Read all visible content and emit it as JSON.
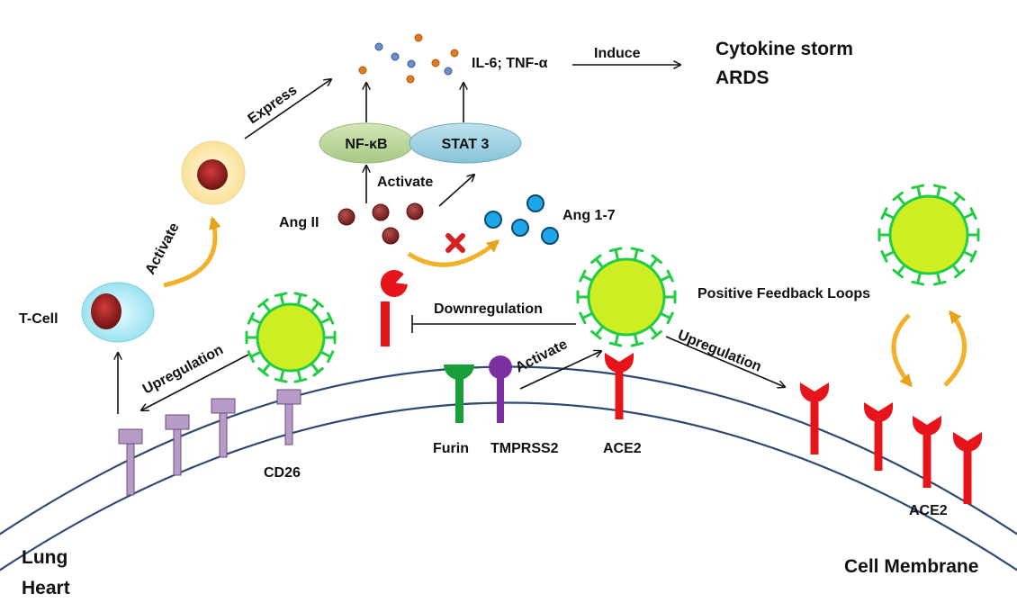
{
  "labels": {
    "express": "Express",
    "nfkb": "NF-κB",
    "stat3": "STAT 3",
    "il6_tnf": "IL-6; TNF-α",
    "induce": "Induce",
    "cytokine_storm": "Cytokine storm",
    "ards": "ARDS",
    "activate_top": "Activate",
    "ang2": "Ang II",
    "ang17": "Ang 1-7",
    "activate_tcell": "Activate",
    "tcell": "T-Cell",
    "upregulation_left": "Upregulation",
    "cd26": "CD26",
    "downregulation": "Downregulation",
    "activate_tmprss2": "Activate",
    "upregulation_right": "Upregulation",
    "positive_feedback": "Positive Feedback Loops",
    "furin": "Furin",
    "tmprss2": "TMPRSS2",
    "ace2_center": "ACE2",
    "ace2_right": "ACE2",
    "lung": "Lung",
    "heart": "Heart",
    "cell_membrane": "Cell Membrane"
  },
  "colors": {
    "membrane": "#2e4a72",
    "virus_fill": "#ccee22",
    "virus_spike": "#22cc44",
    "cd26_receptor": "#b79cc7",
    "ace2_receptor": "#e8141c",
    "furin_receptor": "#1a9e3a",
    "tmprss2_receptor": "#7b2fa0",
    "ang2_particle": "#8a2a2a",
    "ang17_particle": "#1fa6e8",
    "nfkb_ellipse": "#bcd69a",
    "stat3_ellipse": "#9dcde0",
    "tcell_fill": "#9fe8f2",
    "active_tcell_fill": "#fbe6a6",
    "curved_arrow": "#f2b12a",
    "block_mark": "#d42020",
    "cytokine_blue": "#6b8fc9",
    "cytokine_orange": "#e07a1c"
  },
  "icons": {
    "virus": "coronavirus-icon",
    "block": "cross-mark-icon"
  }
}
